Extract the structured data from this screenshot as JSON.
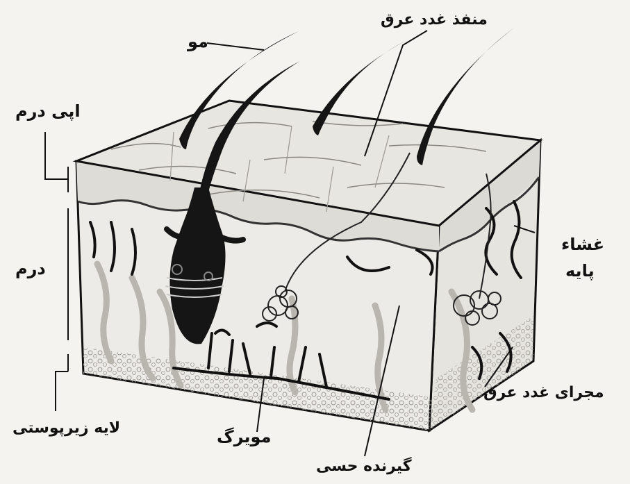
{
  "labels": {
    "hair": "مو",
    "sweat_pore": "منفذ غدد عرق",
    "epidermis": "اپی درم",
    "dermis": "درم",
    "basement_membrane_line1": "غشاء",
    "basement_membrane_line2": "پایه",
    "sweat_duct": "مجرای غدد عرق",
    "hypodermis": "لایه زیرپوستی",
    "capillary": "مویرگ",
    "sensory_receptor": "گیرنده حسی"
  },
  "colors": {
    "background": "#f4f3ef",
    "ink": "#111111",
    "epidermis": "#e3e1dc",
    "dermis": "#ecebe7",
    "hypodermis": "#dcdad5",
    "vessel": "#b9b6b0"
  }
}
